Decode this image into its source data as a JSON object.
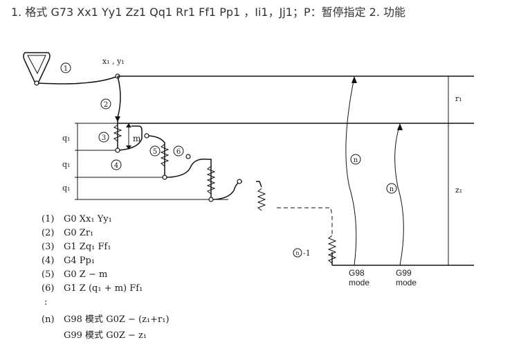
{
  "header": {
    "title": "1. 格式 G73 Xx1 Yy1 Zz1 Qq1 Rr1 Ff1 Pp1 ，Ii1，Jj1；P：暂停指定 2. 功能"
  },
  "diagram": {
    "point_label": "x₁ , y₁",
    "r_label": "r₁",
    "z_label": "z₁",
    "q_label": "q₁",
    "m_label": "m",
    "n_label": "n",
    "step_circles": [
      "1",
      "2",
      "3",
      "4",
      "5",
      "6"
    ],
    "n_minus_label": "-1",
    "g98_label": "G98",
    "g99_label": "G99",
    "mode_label": "mode"
  },
  "steps": [
    {
      "num": "(1)",
      "text": "G0  Xx₁   Yy₁"
    },
    {
      "num": "(2)",
      "text": "G0  Zr₁"
    },
    {
      "num": "(3)",
      "text": "G1  Zq₁   Ff₁"
    },
    {
      "num": "(4)",
      "text": "G4  Pp₁"
    },
    {
      "num": "(5)",
      "text": "G0  Z − m"
    },
    {
      "num": "(6)",
      "text": "G1  Z (q₁ + m)  Ff₁"
    }
  ],
  "ellipsis": ":",
  "notes": [
    {
      "num": "(n)",
      "text": "G98  模式    G0Z − (z₁+r₁)"
    },
    {
      "num": "",
      "text": "G99  模式    G0Z − z₁"
    }
  ]
}
